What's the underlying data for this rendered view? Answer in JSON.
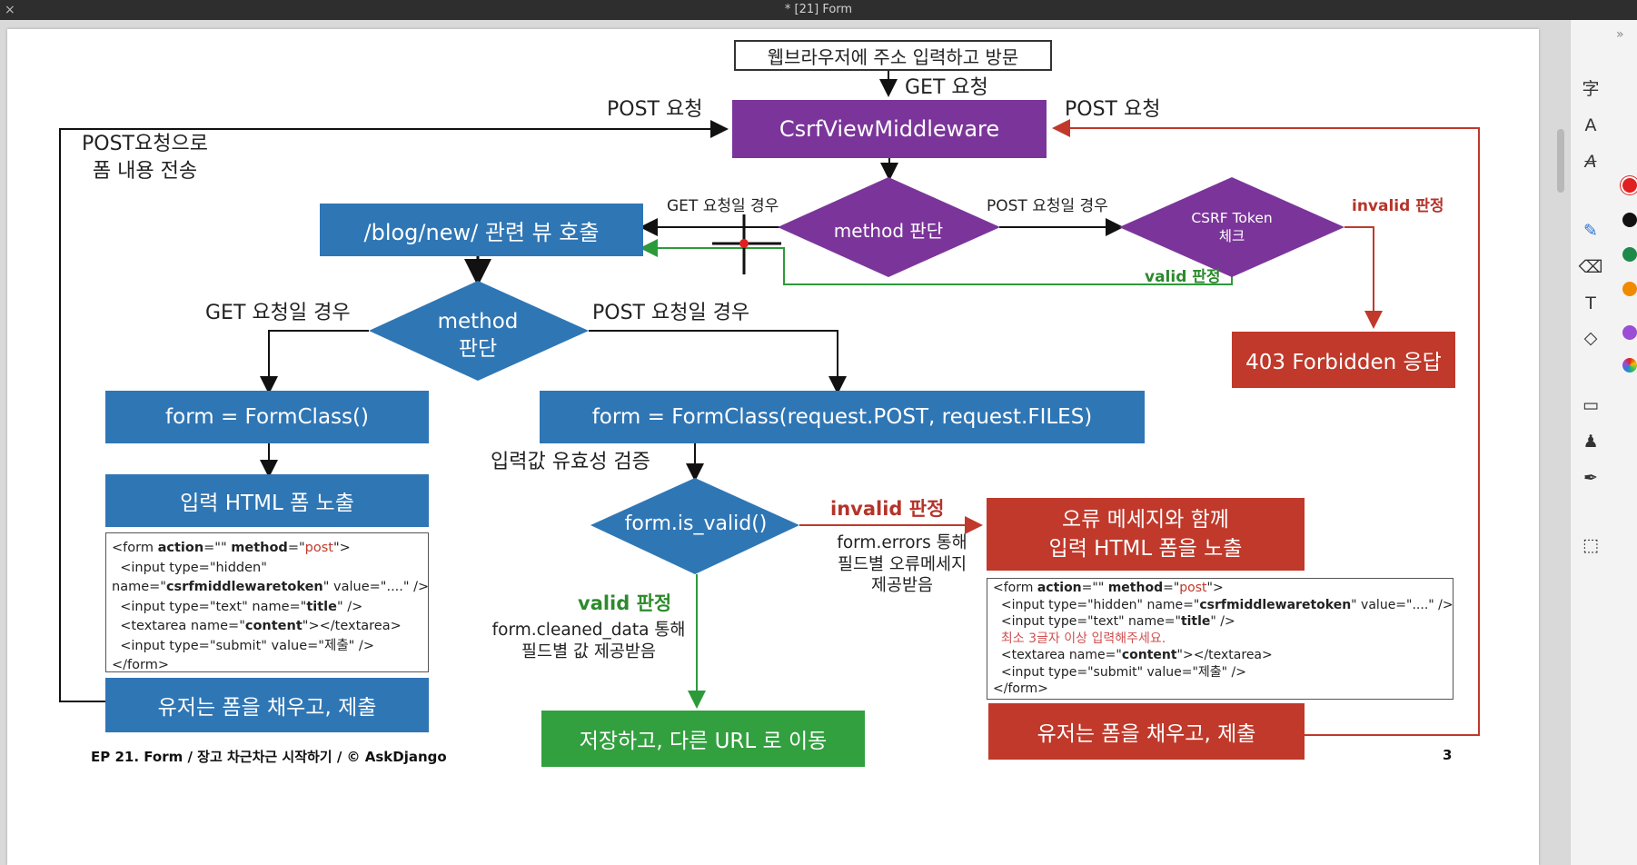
{
  "window": {
    "title": "* [21] Form",
    "close_glyph": "×"
  },
  "diagram": {
    "visit": "웹브라우저에 주소 입력하고 방문",
    "get_request": "GET 요청",
    "post_request_left": "POST 요청",
    "post_request_right": "POST 요청",
    "csrf_middleware": "CsrfViewMiddleware",
    "post_submit_note": "POST요청으로\n폼 내용 전송",
    "method_decision_1": "method 판단",
    "get_case_1": "GET 요청일 경우",
    "post_case_1": "POST 요청일 경우",
    "csrf_check": "CSRF Token\n체크",
    "invalid_1": "invalid 판정",
    "valid_1": "valid 판정",
    "view_call": "/blog/new/ 관련 뷰 호출",
    "forbidden": "403 Forbidden 응답",
    "method_decision_2": "method\n판단",
    "get_case_2": "GET 요청일 경우",
    "post_case_2": "POST 요청일 경우",
    "form_empty": "form = FormClass()",
    "form_bound": "form = FormClass(request.POST, request.FILES)",
    "validation": "입력값 유효성 검증",
    "render_form": "입력 HTML 폼 노출",
    "is_valid": "form.is_valid()",
    "invalid_2": "invalid 판정",
    "valid_2": "valid 판정",
    "errors_note": "form.errors 통해\n필드별 오류메세지\n제공받음",
    "cleaned_note": "form.cleaned_data 통해\n필드별 값 제공받음",
    "error_render": "오류 메세지와 함께\n입력 HTML 폼을 노출",
    "save_redirect": "저장하고, 다른 URL 로 이동",
    "user_submit_left": "유저는 폼을 채우고, 제출",
    "user_submit_right": "유저는 폼을 채우고, 제출"
  },
  "code_left": {
    "l1_open": "<form ",
    "l1_action": "action",
    "l1_eq": "=\"\" ",
    "l1_method": "method",
    "l1_eq2": "=\"",
    "l1_post": "post",
    "l1_close": "\">",
    "l2": "  <input type=\"hidden\"",
    "l3_pre": "name=\"",
    "l3_name": "csrfmiddlewaretoken",
    "l3_post": "\" value=\"....\" />",
    "l4_pre": "  <input type=\"text\" name=\"",
    "l4_name": "title",
    "l4_post": "\" />",
    "l5_pre": "  <textarea name=\"",
    "l5_name": "content",
    "l5_post": "\"></textarea>",
    "l6": "  <input type=\"submit\" value=\"제출\" />",
    "l7": "</form>"
  },
  "code_right": {
    "l1_open": "<form ",
    "l1_action": "action",
    "l1_eq": "=\"\" ",
    "l1_method": "method",
    "l1_eq2": "=\"",
    "l1_post": "post",
    "l1_close": "\">",
    "l2_pre": "  <input type=\"hidden\" name=\"",
    "l2_name": "csrfmiddlewaretoken",
    "l2_post": "\" value=\"....\" />",
    "l3_pre": "  <input type=\"text\" name=\"",
    "l3_name": "title",
    "l3_post": "\" />",
    "l4_err": "  최소 3글자 이상 입력해주세요.",
    "l5_pre": "  <textarea name=\"",
    "l5_name": "content",
    "l5_post": "\"></textarea>",
    "l6": "  <input type=\"submit\" value=\"제출\" />",
    "l7": "</form>"
  },
  "footer": {
    "text": "EP 21. Form / 장고 차근차근 시작하기 / © AskDjango",
    "page": "3"
  },
  "colors": {
    "blue": "#2f76b5",
    "purple": "#7b359a",
    "red": "#c0392b",
    "green": "#33a040"
  },
  "toolbar": {
    "more": "»",
    "tools": [
      {
        "name": "ocr-text-tool-icon",
        "glyph": "字"
      },
      {
        "name": "text-highlight-tool-icon",
        "glyph": "A"
      },
      {
        "name": "text-strike-tool-icon",
        "glyph": "A"
      },
      {
        "name": "pen-tool-icon",
        "glyph": "✎"
      },
      {
        "name": "eraser-tool-icon",
        "glyph": "⌫"
      },
      {
        "name": "text-tool-icon",
        "glyph": "T"
      },
      {
        "name": "shape-tool-icon",
        "glyph": "◇"
      },
      {
        "name": "comment-tool-icon",
        "glyph": "▭"
      },
      {
        "name": "stamp-tool-icon",
        "glyph": "♟"
      },
      {
        "name": "signature-tool-icon",
        "glyph": "✒"
      },
      {
        "name": "crop-tool-icon",
        "glyph": "⬚"
      }
    ],
    "colors": [
      "#e02020",
      "#111111",
      "#1e8a4a",
      "#f08a00",
      "#9b4dd6",
      "#55c0e0"
    ]
  }
}
